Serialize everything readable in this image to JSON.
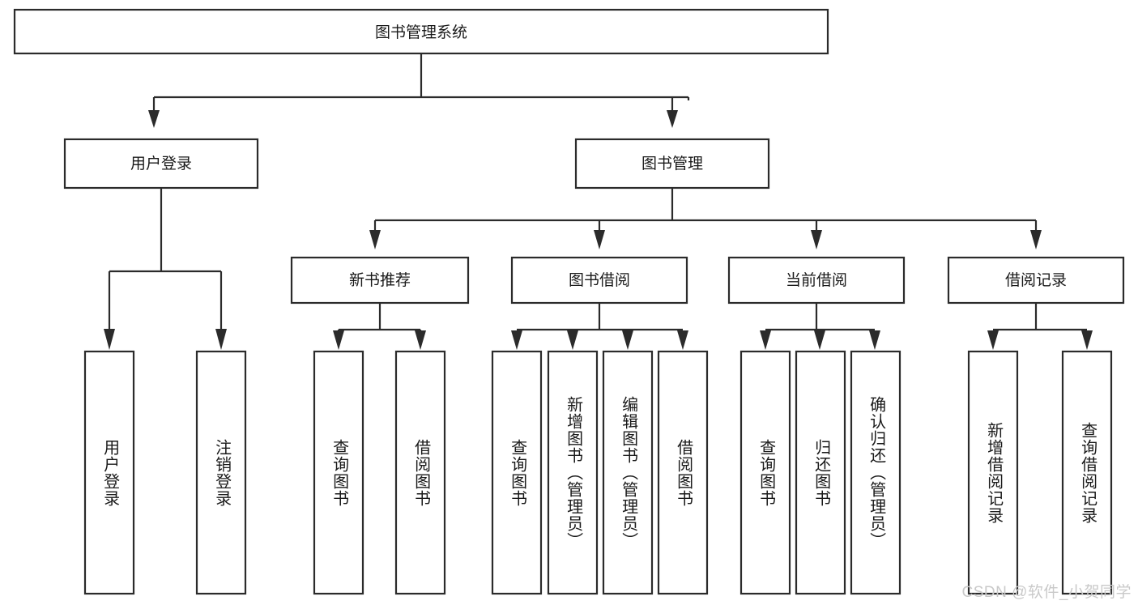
{
  "diagram": {
    "title": "图书管理系统",
    "type": "tree",
    "orientation": "top-down",
    "root": {
      "label": "图书管理系统",
      "level": 0
    },
    "level1": [
      {
        "label": "用户登录"
      },
      {
        "label": "图书管理"
      }
    ],
    "level2": [
      {
        "label": "新书推荐"
      },
      {
        "label": "图书借阅"
      },
      {
        "label": "当前借阅"
      },
      {
        "label": "借阅记录"
      }
    ],
    "leaves": {
      "user_login": [
        {
          "label": "用户登录"
        },
        {
          "label": "注销登录"
        }
      ],
      "new_book_recommend": [
        {
          "label": "查询图书"
        },
        {
          "label": "借阅图书"
        }
      ],
      "book_borrow": [
        {
          "label": "查询图书"
        },
        {
          "label": "新增图书（管理员）"
        },
        {
          "label": "编辑图书（管理员）"
        },
        {
          "label": "借阅图书"
        }
      ],
      "current_borrow": [
        {
          "label": "查询图书"
        },
        {
          "label": "归还图书"
        },
        {
          "label": "确认归还（管理员）"
        }
      ],
      "borrow_record": [
        {
          "label": "新增借阅记录"
        },
        {
          "label": "查询借阅记录"
        }
      ]
    }
  },
  "watermark": {
    "text": "CSDN @软件_小贺同学"
  },
  "colors": {
    "background": "#ffffff",
    "box_stroke": "#2b2b2b",
    "box_fill": "#ffffff",
    "text": "#1a1a1a",
    "watermark": "#c9c9c9"
  }
}
